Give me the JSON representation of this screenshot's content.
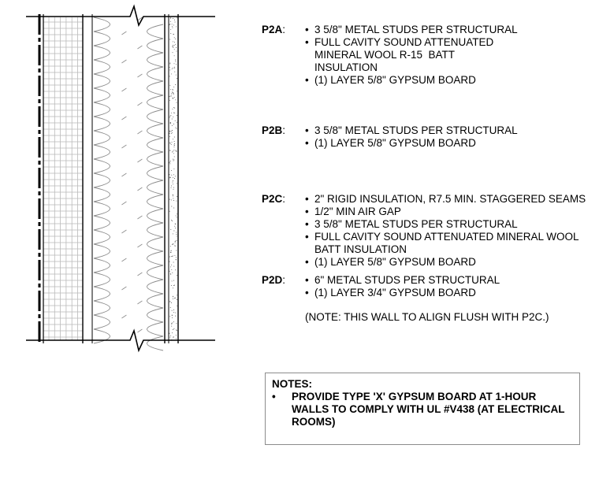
{
  "wall_types": [
    {
      "code": "P2A",
      "items": [
        "3 5/8\" METAL STUDS PER STRUCTURAL",
        "FULL CAVITY SOUND ATTENUATED\nMINERAL WOOL R-15  BATT\nINSULATION",
        "(1) LAYER 5/8\" GYPSUM BOARD"
      ]
    },
    {
      "code": "P2B",
      "items": [
        "3 5/8\" METAL STUDS PER STRUCTURAL",
        "(1) LAYER 5/8\" GYPSUM BOARD"
      ]
    },
    {
      "code": "P2C",
      "items": [
        "2\" RIGID INSULATION, R7.5 MIN. STAGGERED SEAMS",
        "1/2\" MIN AIR GAP",
        "3 5/8\" METAL STUDS PER STRUCTURAL",
        "FULL CAVITY SOUND ATTENUATED MINERAL WOOL\nBATT INSULATION",
        "(1) LAYER 5/8\" GYPSUM BOARD"
      ]
    },
    {
      "code": "P2D",
      "items": [
        "6\" METAL STUDS PER STRUCTURAL",
        "(1) LAYER 3/4\" GYPSUM BOARD"
      ]
    }
  ],
  "p2d_note": "(NOTE: THIS WALL TO ALIGN FLUSH WITH P2C.)",
  "notes": {
    "title": "NOTES:",
    "bullet": "•",
    "item": "PROVIDE TYPE 'X' GYPSUM BOARD AT 1-HOUR\nWALLS TO COMPLY WITH UL #V438 (AT ELECTRICAL\nROOMS)"
  },
  "colon": ":",
  "colors": {
    "line": "#000000",
    "grid": "#b9b9b9",
    "insulation": "#8a8a8a",
    "box_border": "#8c8c8c"
  }
}
